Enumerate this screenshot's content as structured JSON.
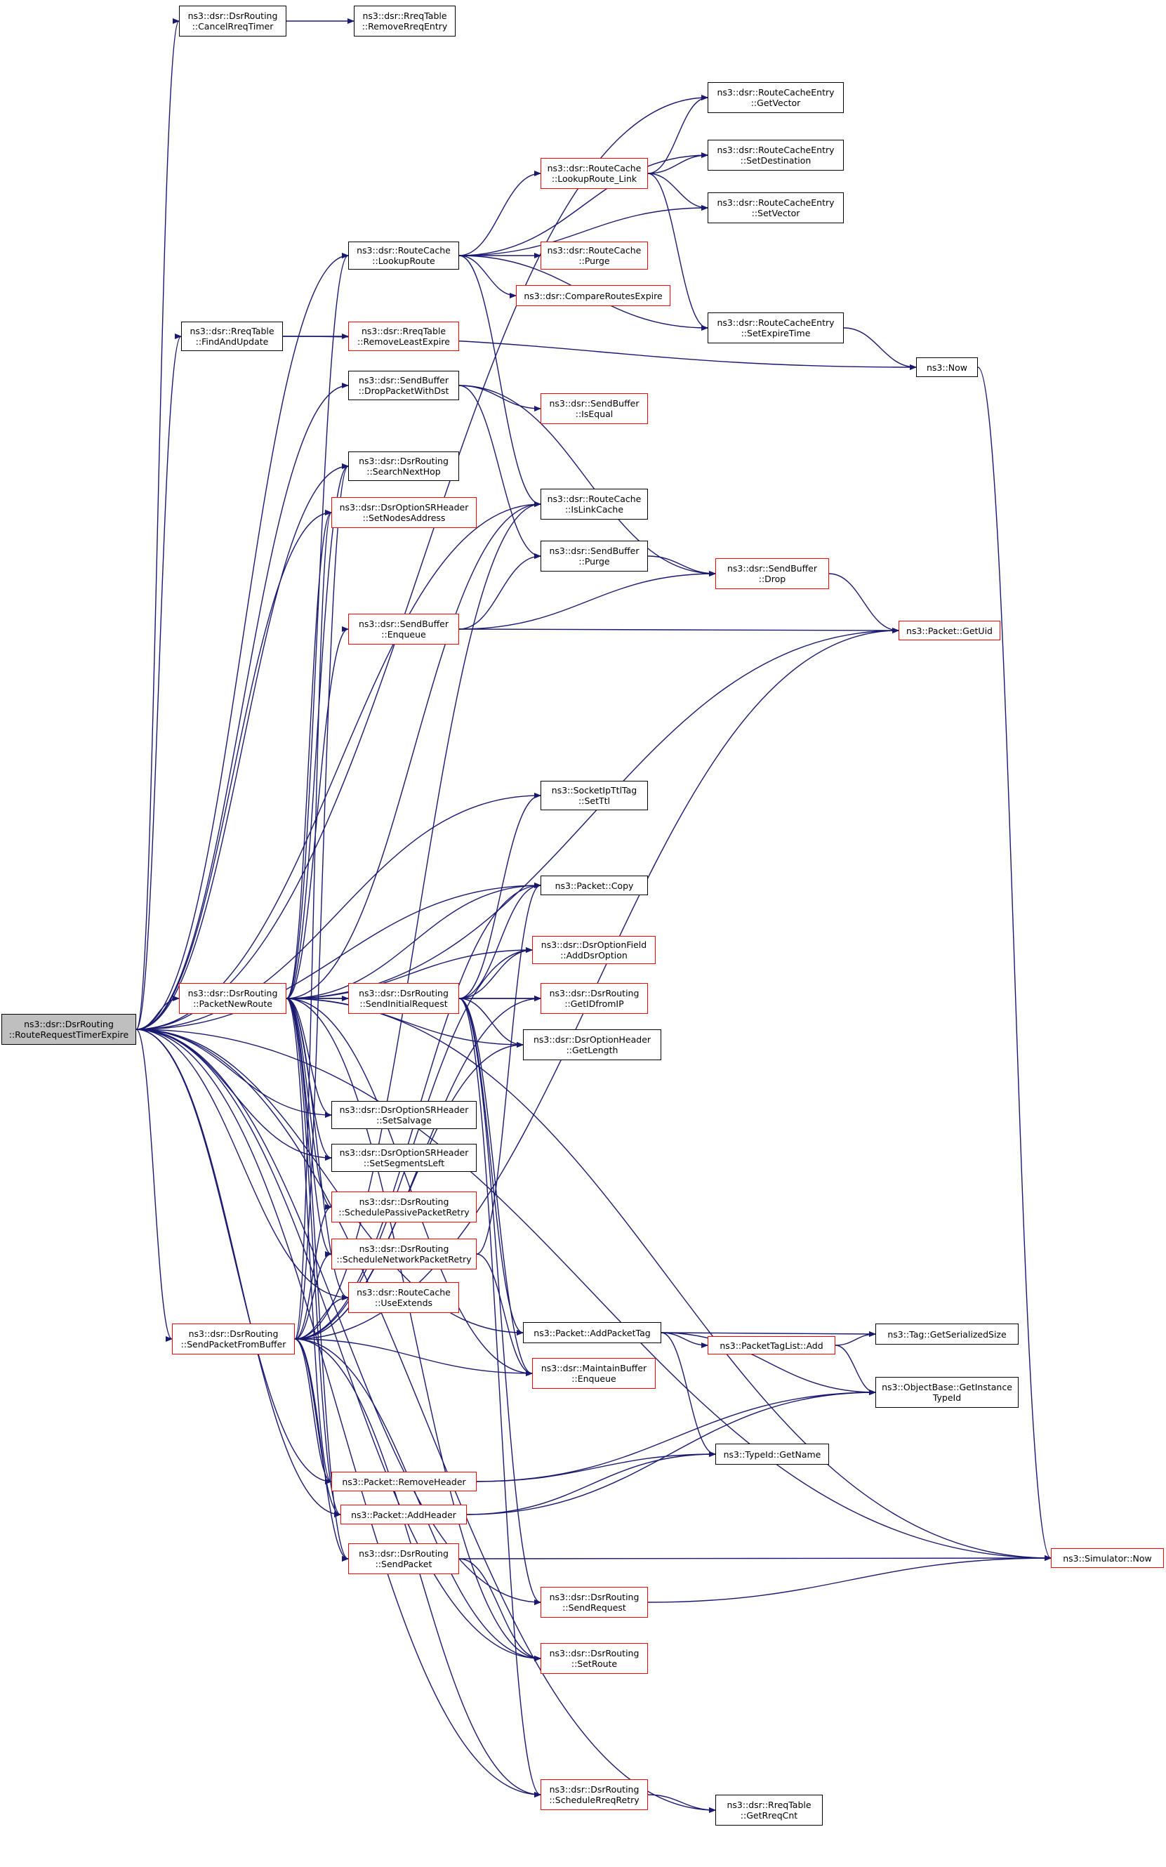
{
  "diagram": {
    "edge_color": "#191970",
    "nodes": [
      {
        "id": "root",
        "lines": [
          "ns3::dsr::DsrRouting",
          "::RouteRequestTimerExpire"
        ],
        "style": "root"
      },
      {
        "id": "cancelRreqTimer",
        "lines": [
          "ns3::dsr::DsrRouting",
          "::CancelRreqTimer"
        ],
        "style": "black"
      },
      {
        "id": "removeRreqEntry",
        "lines": [
          "ns3::dsr::RreqTable",
          "::RemoveRreqEntry"
        ],
        "style": "black"
      },
      {
        "id": "getVector",
        "lines": [
          "ns3::dsr::RouteCacheEntry",
          "::GetVector"
        ],
        "style": "black"
      },
      {
        "id": "setDestination",
        "lines": [
          "ns3::dsr::RouteCacheEntry",
          "::SetDestination"
        ],
        "style": "black"
      },
      {
        "id": "lookupRouteLink",
        "lines": [
          "ns3::dsr::RouteCache",
          "::LookupRoute_Link"
        ],
        "style": "red"
      },
      {
        "id": "setVector",
        "lines": [
          "ns3::dsr::RouteCacheEntry",
          "::SetVector"
        ],
        "style": "black"
      },
      {
        "id": "lookupRoute",
        "lines": [
          "ns3::dsr::RouteCache",
          "::LookupRoute"
        ],
        "style": "black"
      },
      {
        "id": "rcPurge",
        "lines": [
          "ns3::dsr::RouteCache",
          "::Purge"
        ],
        "style": "red"
      },
      {
        "id": "compareRoutesExpire",
        "lines": [
          "ns3::dsr::CompareRoutesExpire"
        ],
        "style": "red"
      },
      {
        "id": "findAndUpdate",
        "lines": [
          "ns3::dsr::RreqTable",
          "::FindAndUpdate"
        ],
        "style": "black"
      },
      {
        "id": "removeLeastExpire",
        "lines": [
          "ns3::dsr::RreqTable",
          "::RemoveLeastExpire"
        ],
        "style": "red"
      },
      {
        "id": "setExpireTime",
        "lines": [
          "ns3::dsr::RouteCacheEntry",
          "::SetExpireTime"
        ],
        "style": "black"
      },
      {
        "id": "now",
        "lines": [
          "ns3::Now"
        ],
        "style": "black"
      },
      {
        "id": "dropPacketWithDst",
        "lines": [
          "ns3::dsr::SendBuffer",
          "::DropPacketWithDst"
        ],
        "style": "black"
      },
      {
        "id": "isEqual",
        "lines": [
          "ns3::dsr::SendBuffer",
          "::IsEqual"
        ],
        "style": "red"
      },
      {
        "id": "searchNextHop",
        "lines": [
          "ns3::dsr::DsrRouting",
          "::SearchNextHop"
        ],
        "style": "black"
      },
      {
        "id": "isLinkCache",
        "lines": [
          "ns3::dsr::RouteCache",
          "::IsLinkCache"
        ],
        "style": "black"
      },
      {
        "id": "setNodesAddress",
        "lines": [
          "ns3::dsr::DsrOptionSRHeader",
          "::SetNodesAddress"
        ],
        "style": "red"
      },
      {
        "id": "sbPurge",
        "lines": [
          "ns3::dsr::SendBuffer",
          "::Purge"
        ],
        "style": "black"
      },
      {
        "id": "sbDrop",
        "lines": [
          "ns3::dsr::SendBuffer",
          "::Drop"
        ],
        "style": "red"
      },
      {
        "id": "sbEnqueue",
        "lines": [
          "ns3::dsr::SendBuffer",
          "::Enqueue"
        ],
        "style": "red"
      },
      {
        "id": "getUid",
        "lines": [
          "ns3::Packet::GetUid"
        ],
        "style": "red"
      },
      {
        "id": "setTtl",
        "lines": [
          "ns3::SocketIpTtlTag",
          "::SetTtl"
        ],
        "style": "black"
      },
      {
        "id": "packetCopy",
        "lines": [
          "ns3::Packet::Copy"
        ],
        "style": "black"
      },
      {
        "id": "addDsrOption",
        "lines": [
          "ns3::dsr::DsrOptionField",
          "::AddDsrOption"
        ],
        "style": "red"
      },
      {
        "id": "packetNewRoute",
        "lines": [
          "ns3::dsr::DsrRouting",
          "::PacketNewRoute"
        ],
        "style": "red"
      },
      {
        "id": "sendInitialRequest",
        "lines": [
          "ns3::dsr::DsrRouting",
          "::SendInitialRequest"
        ],
        "style": "red"
      },
      {
        "id": "getIDfromIP",
        "lines": [
          "ns3::dsr::DsrRouting",
          "::GetIDfromIP"
        ],
        "style": "red"
      },
      {
        "id": "getLength",
        "lines": [
          "ns3::dsr::DsrOptionHeader",
          "::GetLength"
        ],
        "style": "black"
      },
      {
        "id": "setSalvage",
        "lines": [
          "ns3::dsr::DsrOptionSRHeader",
          "::SetSalvage"
        ],
        "style": "black"
      },
      {
        "id": "setSegmentsLeft",
        "lines": [
          "ns3::dsr::DsrOptionSRHeader",
          "::SetSegmentsLeft"
        ],
        "style": "black"
      },
      {
        "id": "schedulePassive",
        "lines": [
          "ns3::dsr::DsrRouting",
          "::SchedulePassivePacketRetry"
        ],
        "style": "red"
      },
      {
        "id": "scheduleNetwork",
        "lines": [
          "ns3::dsr::DsrRouting",
          "::ScheduleNetworkPacketRetry"
        ],
        "style": "red"
      },
      {
        "id": "useExtends",
        "lines": [
          "ns3::dsr::RouteCache",
          "::UseExtends"
        ],
        "style": "red"
      },
      {
        "id": "sendPacketFromBuffer",
        "lines": [
          "ns3::dsr::DsrRouting",
          "::SendPacketFromBuffer"
        ],
        "style": "red"
      },
      {
        "id": "addPacketTag",
        "lines": [
          "ns3::Packet::AddPacketTag"
        ],
        "style": "black"
      },
      {
        "id": "getSerializedSize",
        "lines": [
          "ns3::Tag::GetSerializedSize"
        ],
        "style": "black"
      },
      {
        "id": "packetTagListAdd",
        "lines": [
          "ns3::PacketTagList::Add"
        ],
        "style": "red"
      },
      {
        "id": "maintainEnqueue",
        "lines": [
          "ns3::dsr::MaintainBuffer",
          "::Enqueue"
        ],
        "style": "red"
      },
      {
        "id": "getInstanceTypeId",
        "lines": [
          "ns3::ObjectBase::GetInstance",
          "TypeId"
        ],
        "style": "black"
      },
      {
        "id": "removeHeader",
        "lines": [
          "ns3::Packet::RemoveHeader"
        ],
        "style": "red"
      },
      {
        "id": "getName",
        "lines": [
          "ns3::TypeId::GetName"
        ],
        "style": "black"
      },
      {
        "id": "addHeader",
        "lines": [
          "ns3::Packet::AddHeader"
        ],
        "style": "red"
      },
      {
        "id": "sendPacket",
        "lines": [
          "ns3::dsr::DsrRouting",
          "::SendPacket"
        ],
        "style": "red"
      },
      {
        "id": "simulatorNow",
        "lines": [
          "ns3::Simulator::Now"
        ],
        "style": "red"
      },
      {
        "id": "sendRequest",
        "lines": [
          "ns3::dsr::DsrRouting",
          "::SendRequest"
        ],
        "style": "red"
      },
      {
        "id": "setRoute",
        "lines": [
          "ns3::dsr::DsrRouting",
          "::SetRoute"
        ],
        "style": "red"
      },
      {
        "id": "scheduleRreqRetry",
        "lines": [
          "ns3::dsr::DsrRouting",
          "::ScheduleRreqRetry"
        ],
        "style": "red"
      },
      {
        "id": "getRreqCnt",
        "lines": [
          "ns3::dsr::RreqTable",
          "::GetRreqCnt"
        ],
        "style": "black"
      }
    ],
    "edges": [
      [
        "root",
        "cancelRreqTimer"
      ],
      [
        "cancelRreqTimer",
        "removeRreqEntry"
      ],
      [
        "root",
        "getVector"
      ],
      [
        "root",
        "lookupRoute"
      ],
      [
        "root",
        "findAndUpdate"
      ],
      [
        "root",
        "dropPacketWithDst"
      ],
      [
        "root",
        "searchNextHop"
      ],
      [
        "root",
        "isLinkCache"
      ],
      [
        "root",
        "setNodesAddress"
      ],
      [
        "root",
        "packetNewRoute"
      ],
      [
        "root",
        "setTtl"
      ],
      [
        "root",
        "packetCopy"
      ],
      [
        "root",
        "setSalvage"
      ],
      [
        "root",
        "setSegmentsLeft"
      ],
      [
        "root",
        "useExtends"
      ],
      [
        "root",
        "sendPacketFromBuffer"
      ],
      [
        "root",
        "addPacketTag"
      ],
      [
        "root",
        "removeHeader"
      ],
      [
        "root",
        "addHeader"
      ],
      [
        "root",
        "sendRequest"
      ],
      [
        "root",
        "setRoute"
      ],
      [
        "root",
        "scheduleRreqRetry"
      ],
      [
        "root",
        "getRreqCnt"
      ],
      [
        "root",
        "simulatorNow"
      ],
      [
        "lookupRoute",
        "lookupRouteLink"
      ],
      [
        "lookupRoute",
        "setVector"
      ],
      [
        "lookupRoute",
        "rcPurge"
      ],
      [
        "lookupRoute",
        "compareRoutesExpire"
      ],
      [
        "lookupRoute",
        "setExpireTime"
      ],
      [
        "lookupRoute",
        "isLinkCache"
      ],
      [
        "lookupRoute",
        "setDestination"
      ],
      [
        "lookupRouteLink",
        "getVector"
      ],
      [
        "lookupRouteLink",
        "setDestination"
      ],
      [
        "lookupRouteLink",
        "setVector"
      ],
      [
        "lookupRouteLink",
        "setExpireTime"
      ],
      [
        "setExpireTime",
        "now"
      ],
      [
        "now",
        "simulatorNow"
      ],
      [
        "findAndUpdate",
        "removeLeastExpire"
      ],
      [
        "findAndUpdate",
        "now"
      ],
      [
        "dropPacketWithDst",
        "isEqual"
      ],
      [
        "dropPacketWithDst",
        "sbPurge"
      ],
      [
        "dropPacketWithDst",
        "sbDrop"
      ],
      [
        "sbPurge",
        "sbDrop"
      ],
      [
        "sbDrop",
        "getUid"
      ],
      [
        "sbEnqueue",
        "sbPurge"
      ],
      [
        "sbEnqueue",
        "sbDrop"
      ],
      [
        "sbEnqueue",
        "getUid"
      ],
      [
        "packetNewRoute",
        "sendInitialRequest"
      ],
      [
        "packetNewRoute",
        "sbEnqueue"
      ],
      [
        "packetNewRoute",
        "lookupRoute"
      ],
      [
        "packetNewRoute",
        "searchNextHop"
      ],
      [
        "packetNewRoute",
        "setNodesAddress"
      ],
      [
        "packetNewRoute",
        "isLinkCache"
      ],
      [
        "packetNewRoute",
        "packetCopy"
      ],
      [
        "packetNewRoute",
        "addDsrOption"
      ],
      [
        "packetNewRoute",
        "getIDfromIP"
      ],
      [
        "packetNewRoute",
        "getLength"
      ],
      [
        "packetNewRoute",
        "setSalvage"
      ],
      [
        "packetNewRoute",
        "setSegmentsLeft"
      ],
      [
        "packetNewRoute",
        "schedulePassive"
      ],
      [
        "packetNewRoute",
        "scheduleNetwork"
      ],
      [
        "packetNewRoute",
        "useExtends"
      ],
      [
        "packetNewRoute",
        "addHeader"
      ],
      [
        "packetNewRoute",
        "removeHeader"
      ],
      [
        "packetNewRoute",
        "sendPacket"
      ],
      [
        "packetNewRoute",
        "setRoute"
      ],
      [
        "packetNewRoute",
        "getUid"
      ],
      [
        "packetNewRoute",
        "simulatorNow"
      ],
      [
        "packetNewRoute",
        "maintainEnqueue"
      ],
      [
        "sendInitialRequest",
        "setTtl"
      ],
      [
        "sendInitialRequest",
        "packetCopy"
      ],
      [
        "sendInitialRequest",
        "addDsrOption"
      ],
      [
        "sendInitialRequest",
        "getIDfromIP"
      ],
      [
        "sendInitialRequest",
        "getLength"
      ],
      [
        "sendInitialRequest",
        "addPacketTag"
      ],
      [
        "sendInitialRequest",
        "sendRequest"
      ],
      [
        "sendInitialRequest",
        "scheduleRreqRetry"
      ],
      [
        "sendInitialRequest",
        "maintainEnqueue"
      ],
      [
        "scheduleNetwork",
        "packetCopy"
      ],
      [
        "scheduleNetwork",
        "maintainEnqueue"
      ],
      [
        "sendPacketFromBuffer",
        "schedulePassive"
      ],
      [
        "sendPacketFromBuffer",
        "scheduleNetwork"
      ],
      [
        "sendPacketFromBuffer",
        "useExtends"
      ],
      [
        "sendPacketFromBuffer",
        "searchNextHop"
      ],
      [
        "sendPacketFromBuffer",
        "setNodesAddress"
      ],
      [
        "sendPacketFromBuffer",
        "isLinkCache"
      ],
      [
        "sendPacketFromBuffer",
        "packetCopy"
      ],
      [
        "sendPacketFromBuffer",
        "addDsrOption"
      ],
      [
        "sendPacketFromBuffer",
        "getIDfromIP"
      ],
      [
        "sendPacketFromBuffer",
        "getLength"
      ],
      [
        "sendPacketFromBuffer",
        "maintainEnqueue"
      ],
      [
        "sendPacketFromBuffer",
        "removeHeader"
      ],
      [
        "sendPacketFromBuffer",
        "addHeader"
      ],
      [
        "sendPacketFromBuffer",
        "sendPacket"
      ],
      [
        "sendPacketFromBuffer",
        "setRoute"
      ],
      [
        "sendPacketFromBuffer",
        "scheduleRreqRetry"
      ],
      [
        "sendPacketFromBuffer",
        "getUid"
      ],
      [
        "addPacketTag",
        "getSerializedSize"
      ],
      [
        "addPacketTag",
        "packetTagListAdd"
      ],
      [
        "addPacketTag",
        "getInstanceTypeId"
      ],
      [
        "addPacketTag",
        "getName"
      ],
      [
        "packetTagListAdd",
        "getSerializedSize"
      ],
      [
        "packetTagListAdd",
        "getInstanceTypeId"
      ],
      [
        "removeHeader",
        "getInstanceTypeId"
      ],
      [
        "removeHeader",
        "getName"
      ],
      [
        "addHeader",
        "getName"
      ],
      [
        "addHeader",
        "getInstanceTypeId"
      ],
      [
        "sendPacket",
        "simulatorNow"
      ],
      [
        "sendPacket",
        "setRoute"
      ],
      [
        "sendRequest",
        "simulatorNow"
      ],
      [
        "scheduleRreqRetry",
        "getRreqCnt"
      ]
    ]
  }
}
